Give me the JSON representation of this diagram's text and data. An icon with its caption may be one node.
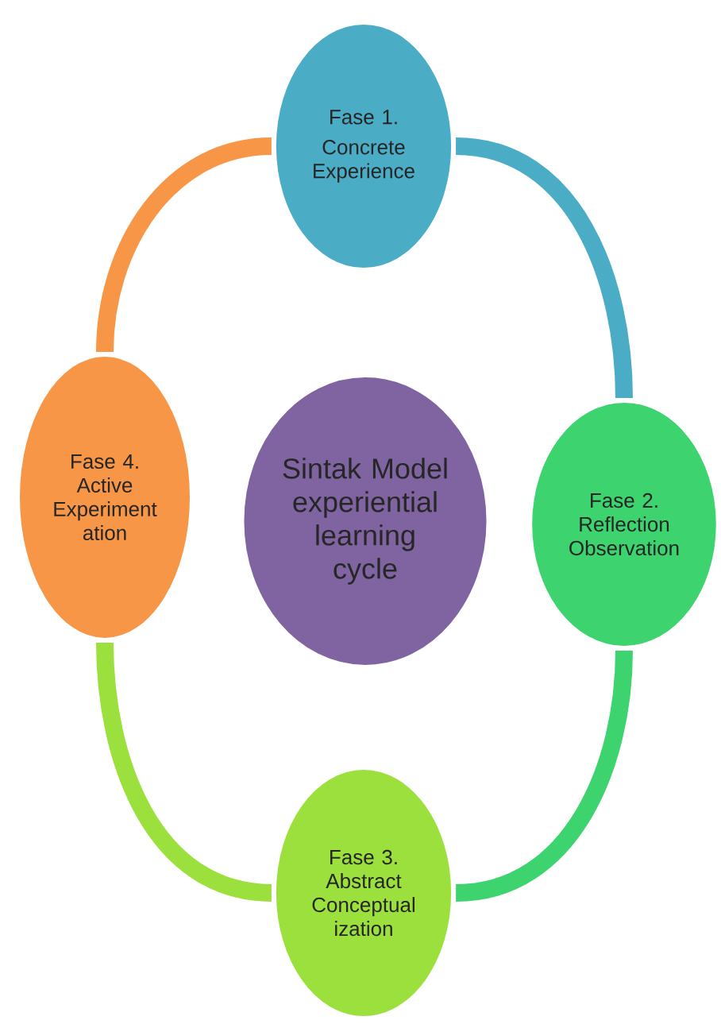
{
  "diagram": {
    "nodes": [
      {
        "text": [
          "Fase 1.",
          "Concrete Experience"
        ]
      },
      {
        "text": [
          "Fase 4. Active Experiment ation"
        ]
      },
      {
        "text": [
          "Sintak Model experiential learning cycle"
        ]
      },
      {
        "text": [
          "Fase 2. Reflection Observation"
        ]
      },
      {
        "text": [
          "Fase 3. Abstract Conceptual ization"
        ]
      }
    ],
    "edges": [
      {
        "from": 0,
        "to": 3,
        "arrow": "none",
        "color": "#4bacc6"
      },
      {
        "from": 3,
        "to": 4,
        "arrow": "none",
        "color": "#3dd46f"
      },
      {
        "from": 4,
        "to": 1,
        "arrow": "none",
        "color": "#9ce03e"
      },
      {
        "from": 1,
        "to": 0,
        "arrow": "none",
        "color": "#f79646"
      }
    ]
  }
}
